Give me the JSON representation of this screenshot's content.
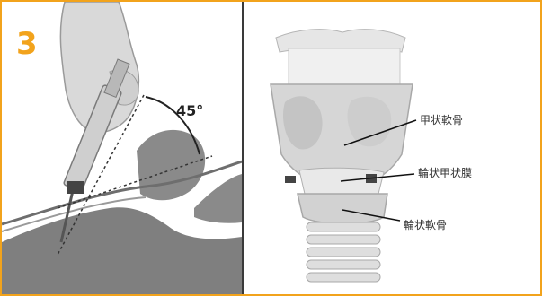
{
  "step": {
    "number": "3"
  },
  "angle": {
    "label": "45°"
  },
  "anatomy_labels": {
    "thyroid_cartilage": "甲状軟骨",
    "cricothyroid_membrane": "輪状甲状膜",
    "cricoid_cartilage": "輪状軟骨"
  },
  "colors": {
    "frame": "#f2a31c",
    "divider": "#3a3a3a",
    "tissue": "#7f7f7f"
  }
}
